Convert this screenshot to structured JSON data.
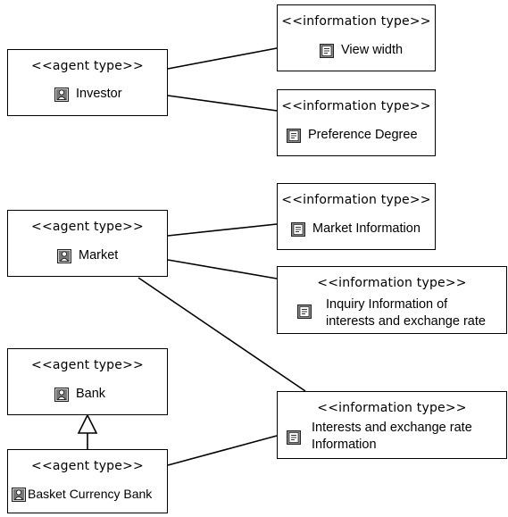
{
  "stereotypes": {
    "agent": "<<agent type>>",
    "information": "<<information type>>"
  },
  "agents": {
    "investor": "Investor",
    "market": "Market",
    "bank": "Bank",
    "basket_bank": "Basket Currency Bank"
  },
  "information": {
    "view_width": "View width",
    "preference_degree": "Preference Degree",
    "market_information": "Market Information",
    "inquiry": [
      "Inquiry Information of",
      "interests and exchange rate"
    ],
    "interests": [
      "Interests and exchange rate",
      "Information"
    ]
  },
  "icons": {
    "agent": "agent-person-icon",
    "information": "information-document-icon"
  }
}
